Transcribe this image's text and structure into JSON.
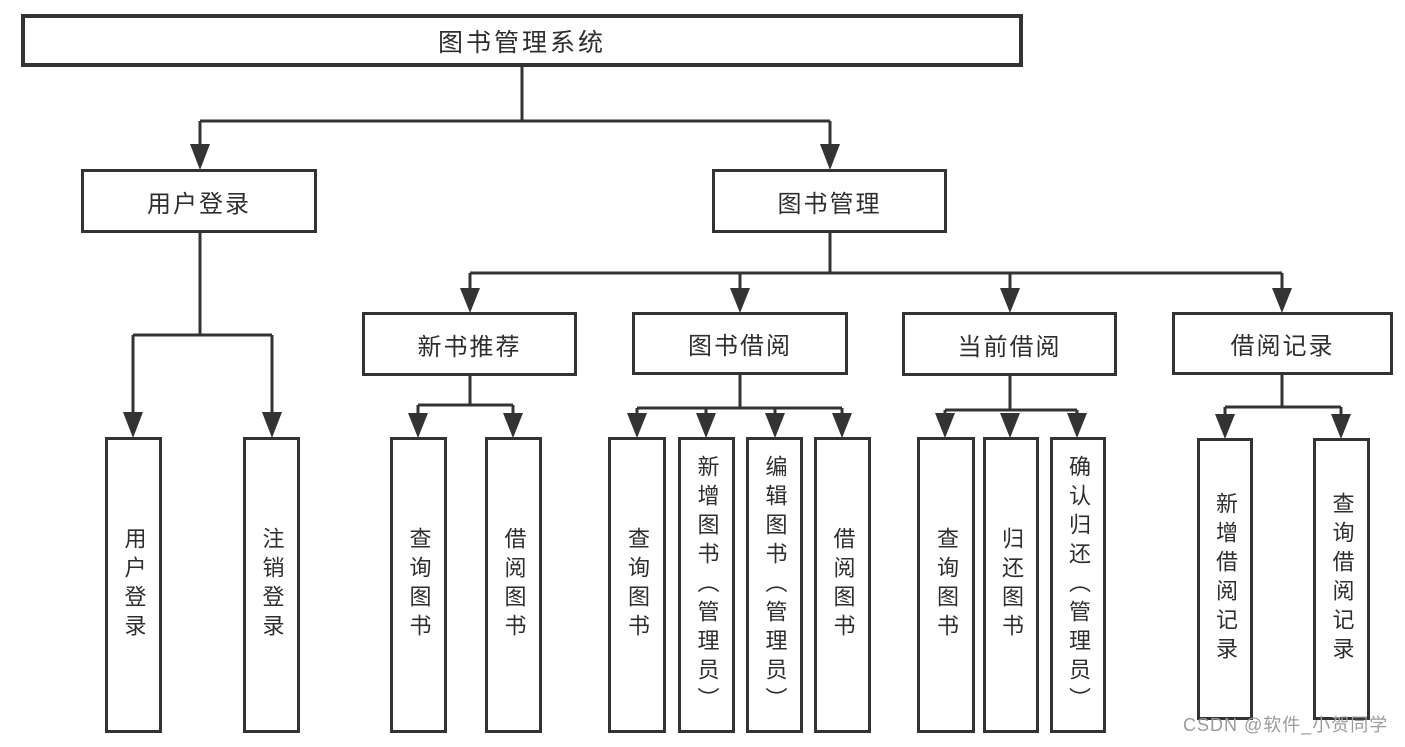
{
  "tree": {
    "root": {
      "label": "图书管理系统",
      "children": [
        {
          "label": "用户登录",
          "children": [
            {
              "label": "用户登录"
            },
            {
              "label": "注销登录"
            }
          ]
        },
        {
          "label": "图书管理",
          "children": [
            {
              "label": "新书推荐",
              "children": [
                {
                  "label": "查询图书"
                },
                {
                  "label": "借阅图书"
                }
              ]
            },
            {
              "label": "图书借阅",
              "children": [
                {
                  "label": "查询图书"
                },
                {
                  "label": "新增图书（管理员）"
                },
                {
                  "label": "编辑图书（管理员）"
                },
                {
                  "label": "借阅图书"
                }
              ]
            },
            {
              "label": "当前借阅",
              "children": [
                {
                  "label": "查询图书"
                },
                {
                  "label": "归还图书"
                },
                {
                  "label": "确认归还（管理员）"
                }
              ]
            },
            {
              "label": "借阅记录",
              "children": [
                {
                  "label": "新增借阅记录"
                },
                {
                  "label": "查询借阅记录"
                }
              ]
            }
          ]
        }
      ]
    }
  },
  "watermark": {
    "text": "CSDN @软件_小贺同学"
  },
  "colors": {
    "line": "#333333",
    "box_border": "#333333",
    "text": "#2e2e2e",
    "watermark": "#9b9b9b",
    "background": "#ffffff"
  }
}
